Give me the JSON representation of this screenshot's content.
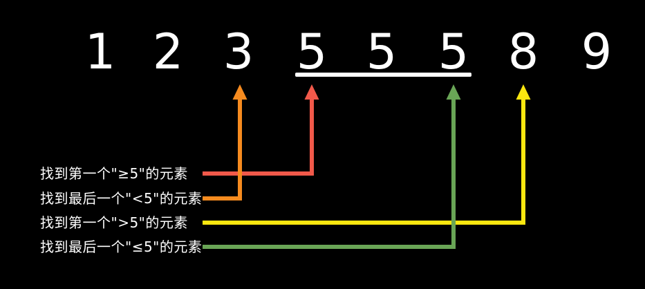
{
  "array": {
    "values": [
      "1",
      "2",
      "3",
      "5",
      "5",
      "5",
      "8",
      "9"
    ],
    "underlined_start_index": 3,
    "underlined_end_index": 5
  },
  "colors": {
    "background": "#000000",
    "text": "#FFFFFF",
    "underline": "#FFFFFF",
    "red": "#F1594A",
    "orange": "#F68B1F",
    "yellow": "#FBE70F",
    "green": "#69A556"
  },
  "labels": [
    {
      "text": "找到第一个\"≥5\"的元素",
      "color_key": "red",
      "target_index": 3
    },
    {
      "text": "找到最后一个\"<5\"的元素",
      "color_key": "orange",
      "target_index": 2
    },
    {
      "text": "找到第一个\">5\"的元素",
      "color_key": "yellow",
      "target_index": 6
    },
    {
      "text": "找到最后一个\"≤5\"的元素",
      "color_key": "green",
      "target_index": 5
    }
  ]
}
